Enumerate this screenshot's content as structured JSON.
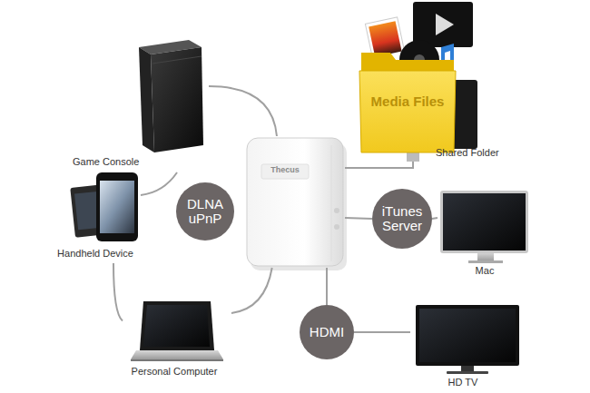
{
  "diagram": {
    "nodes": [
      {
        "text": [
          "Game Console"
        ]
      },
      {
        "text": [
          "Media Files",
          "Shared Folder"
        ]
      },
      {
        "text": [
          "Handheld Device"
        ]
      },
      {
        "text": [
          "DLNA uPnP"
        ]
      },
      {
        "text": [
          "Thecus"
        ]
      },
      {
        "text": [
          "iTunes Server"
        ]
      },
      {
        "text": [
          "Mac"
        ]
      },
      {
        "text": [
          "Personal Computer"
        ]
      },
      {
        "text": [
          "HDMI"
        ]
      },
      {
        "text": [
          "HD TV"
        ]
      }
    ],
    "edges": [
      {
        "from": 0,
        "to": 4,
        "arrow": "none"
      },
      {
        "from": 0,
        "to": 2,
        "arrow": "none"
      },
      {
        "from": 2,
        "to": 7,
        "arrow": "none"
      },
      {
        "from": 7,
        "to": 4,
        "arrow": "none"
      },
      {
        "from": 4,
        "to": 1,
        "arrow": "none"
      },
      {
        "from": 4,
        "to": 5,
        "arrow": "none"
      },
      {
        "from": 5,
        "to": 6,
        "arrow": "none"
      },
      {
        "from": 4,
        "to": 8,
        "arrow": "none"
      },
      {
        "from": 8,
        "to": 9,
        "arrow": "none"
      }
    ]
  }
}
